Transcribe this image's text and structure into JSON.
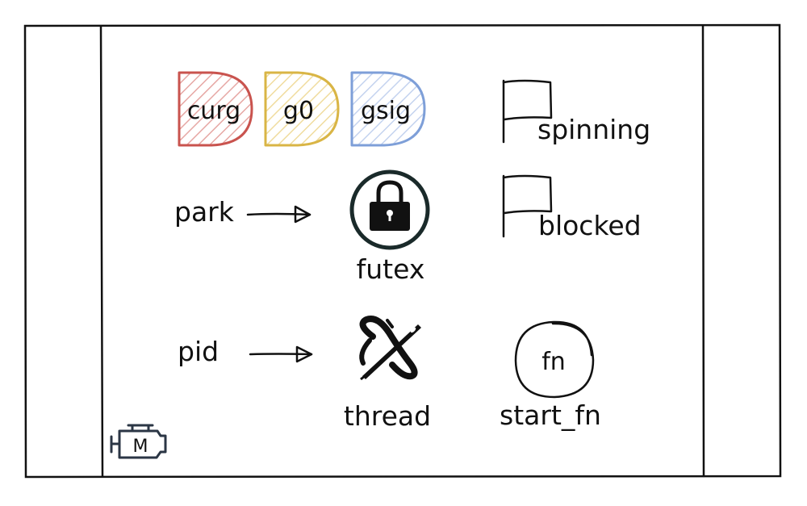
{
  "diagram": {
    "tags": [
      {
        "label": "curg",
        "color": "#c9534e"
      },
      {
        "label": "g0",
        "color": "#d9b545"
      },
      {
        "label": "gsig",
        "color": "#7e9fd8"
      }
    ],
    "flags": [
      {
        "label": "spinning"
      },
      {
        "label": "blocked"
      }
    ],
    "park": {
      "label": "park",
      "target": "futex",
      "icon": "lock-icon"
    },
    "pid": {
      "label": "pid",
      "target": "thread",
      "icon": "needle-thread-icon"
    },
    "start_fn": {
      "circle_text": "fn",
      "label": "start_fn"
    },
    "logo": {
      "icon": "engine-m-icon",
      "letter": "M"
    }
  }
}
